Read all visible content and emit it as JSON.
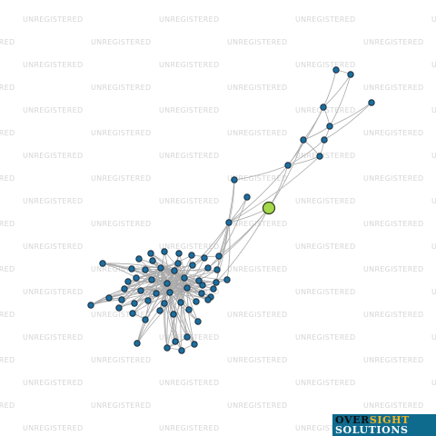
{
  "watermark": {
    "text": "UNREGISTERED"
  },
  "logo": {
    "word1": "OVER",
    "word2": "SIGHT",
    "word3": "SOLUTIONS"
  },
  "colors": {
    "node": "#1a6fa0",
    "focal_node": "#a5d84a",
    "edge": "#a9a9a9",
    "watermark": "#d6d6d6",
    "logo_background": "#0f6b8e",
    "logo_accent": "#f2b520"
  },
  "network": {
    "focal_node_label": "",
    "node_count": 78
  }
}
